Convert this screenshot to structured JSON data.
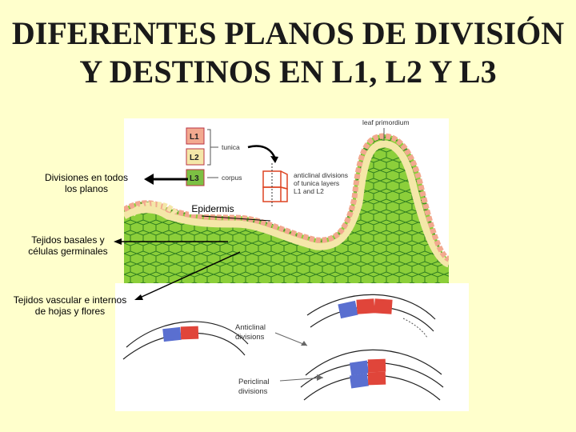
{
  "title": {
    "line1": "DIFERENTES PLANOS DE DIVISIÓN",
    "line2": "Y DESTINOS EN L1, L2 Y L3"
  },
  "labels": {
    "divisiones": "Divisiones en todos los planos",
    "epidermis": "Epidermis",
    "tejidos_basales": "Tejidos basales y células germinales",
    "tejidos_vascular": "Tejidos vascular e internos de hojas y flores"
  },
  "figure_top": {
    "layers": [
      "L1",
      "L2",
      "L3"
    ],
    "tunica": "tunica",
    "corpus": "corpus",
    "leaf_primordium": "leaf primordium",
    "anticlinal_note": [
      "anticlinal divisions",
      "of tunica layers",
      "L1 and L2"
    ],
    "colors": {
      "L1": "#f2a98f",
      "L2": "#f4e7a8",
      "L3": "#7cc043"
    }
  },
  "figure_bottom": {
    "anticlinal": [
      "Anticlinal",
      "divisions"
    ],
    "periclinal": [
      "Periclinal",
      "divisions"
    ],
    "colors": {
      "blue": "#5a6fd0",
      "red": "#e0453a"
    }
  }
}
